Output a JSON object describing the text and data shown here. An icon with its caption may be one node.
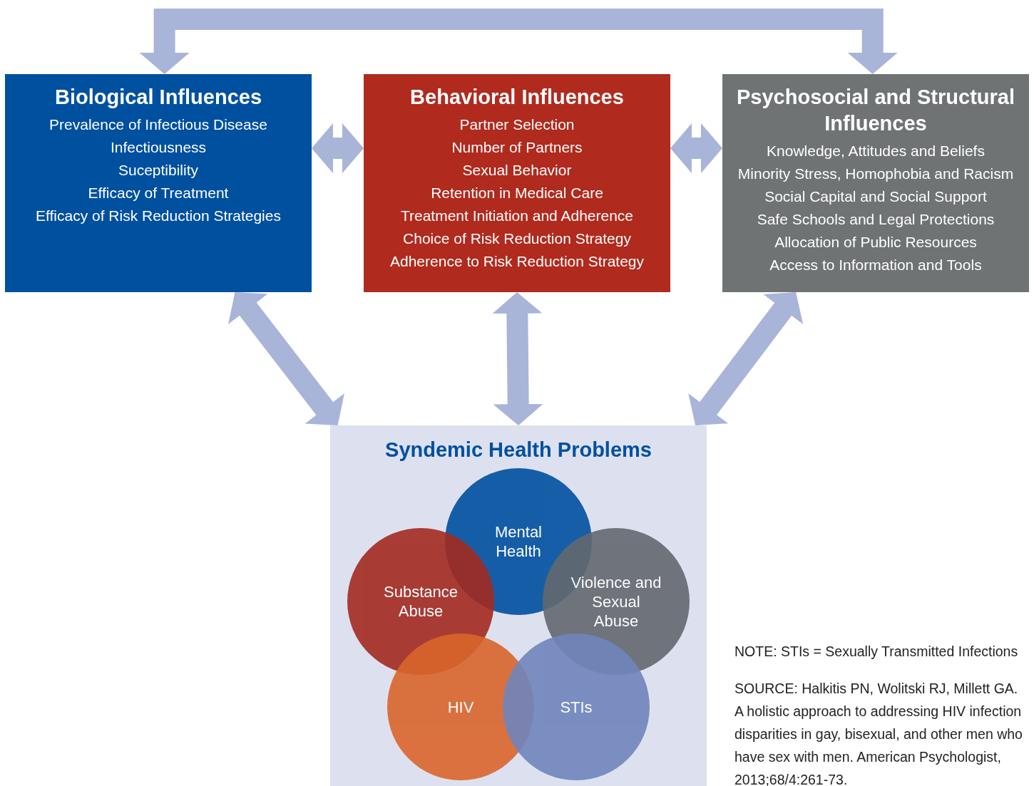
{
  "diagram": {
    "nodes": [
      {
        "text": [
          "Biological Influences",
          "Prevalence of Infectious Disease",
          "Infectiousness",
          "Suceptibility",
          "Efficacy of Treatment",
          "Efficacy of Risk Reduction Strategies"
        ]
      },
      {
        "text": [
          "Behavioral Influences",
          "Partner Selection",
          "Number of Partners",
          "Sexual Behavior",
          "Retention in Medical Care",
          "Treatment Initiation and Adherence",
          "Choice of Risk Reduction Strategy",
          "Adherence to Risk Reduction Strategy"
        ]
      },
      {
        "text": [
          "Psychosocial and Structural Influences",
          "Knowledge, Attitudes and Beliefs",
          "Minority Stress, Homophobia and Racism",
          "Social Capital and Social Support",
          "Safe Schools and Legal Protections",
          "Allocation of Public Resources",
          "Access to Information and Tools"
        ]
      },
      {
        "text": [
          "Syndemic Health Problems"
        ]
      },
      {
        "text": [
          "Mental Health"
        ],
        "in": 3
      },
      {
        "text": [
          "Substance Abuse"
        ],
        "in": 3
      },
      {
        "text": [
          "Violence and Sexual Abuse"
        ],
        "in": 3
      },
      {
        "text": [
          "HIV"
        ],
        "in": 3
      },
      {
        "text": [
          "STIs"
        ],
        "in": 3
      }
    ],
    "edges": [
      {
        "from": 0,
        "to": 2,
        "arrow": "both"
      },
      {
        "from": 0,
        "to": 1,
        "arrow": "both"
      },
      {
        "from": 1,
        "to": 2,
        "arrow": "both"
      },
      {
        "from": 0,
        "to": 3,
        "arrow": "both"
      },
      {
        "from": 1,
        "to": 3,
        "arrow": "both"
      },
      {
        "from": 2,
        "to": 3,
        "arrow": "both"
      }
    ],
    "labels": [
      "NOTE: STIs = Sexually Transmitted Infections",
      "SOURCE:  Halkitis PN, Wolitski RJ, Millett GA.  A holistic approach to addressing HIV infection disparities in gay, bisexual, and other men who have sex with men. American Psychologist, 2013;68/4:261-73."
    ]
  }
}
